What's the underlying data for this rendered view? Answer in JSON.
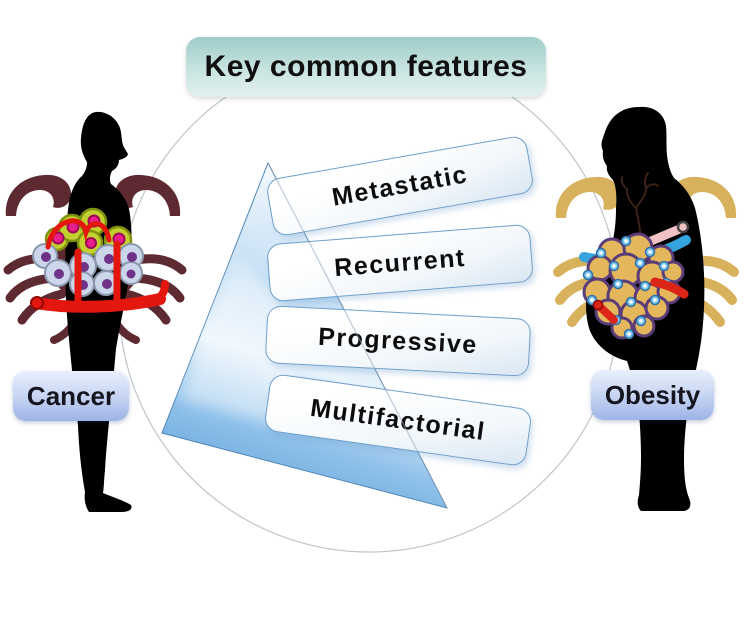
{
  "title": {
    "label": "Key common features"
  },
  "figures": {
    "left": {
      "label": "Cancer",
      "crab_color": "#5e2a31"
    },
    "right": {
      "label": "Obesity",
      "crab_color": "#d8b15c"
    }
  },
  "pyramid": {
    "items": [
      {
        "label": "Metastatic"
      },
      {
        "label": "Recurrent"
      },
      {
        "label": "Progressive"
      },
      {
        "label": "Multifactorial"
      }
    ],
    "color": "#7db5e3"
  },
  "colors": {
    "title_box_top": "#9fccc9",
    "title_box_bottom": "#e2f1ef",
    "label_box_top": "#eaeffc",
    "label_box_bottom": "#9db4e6",
    "bar_border": "#6f9fca",
    "circle_outline": "#bfc6cc",
    "silhouette": "#000000",
    "tumor_cell_yellow": "#c3d02f",
    "tumor_cell_blue": "#ccd6ea",
    "vessel_red": "#e3170d",
    "adipocyte_gold": "#e4b75d",
    "adipose_membrane_purple": "#5a3c78",
    "vessel_blue": "#35a3dd",
    "vessel_pink": "#f0c2c6"
  }
}
